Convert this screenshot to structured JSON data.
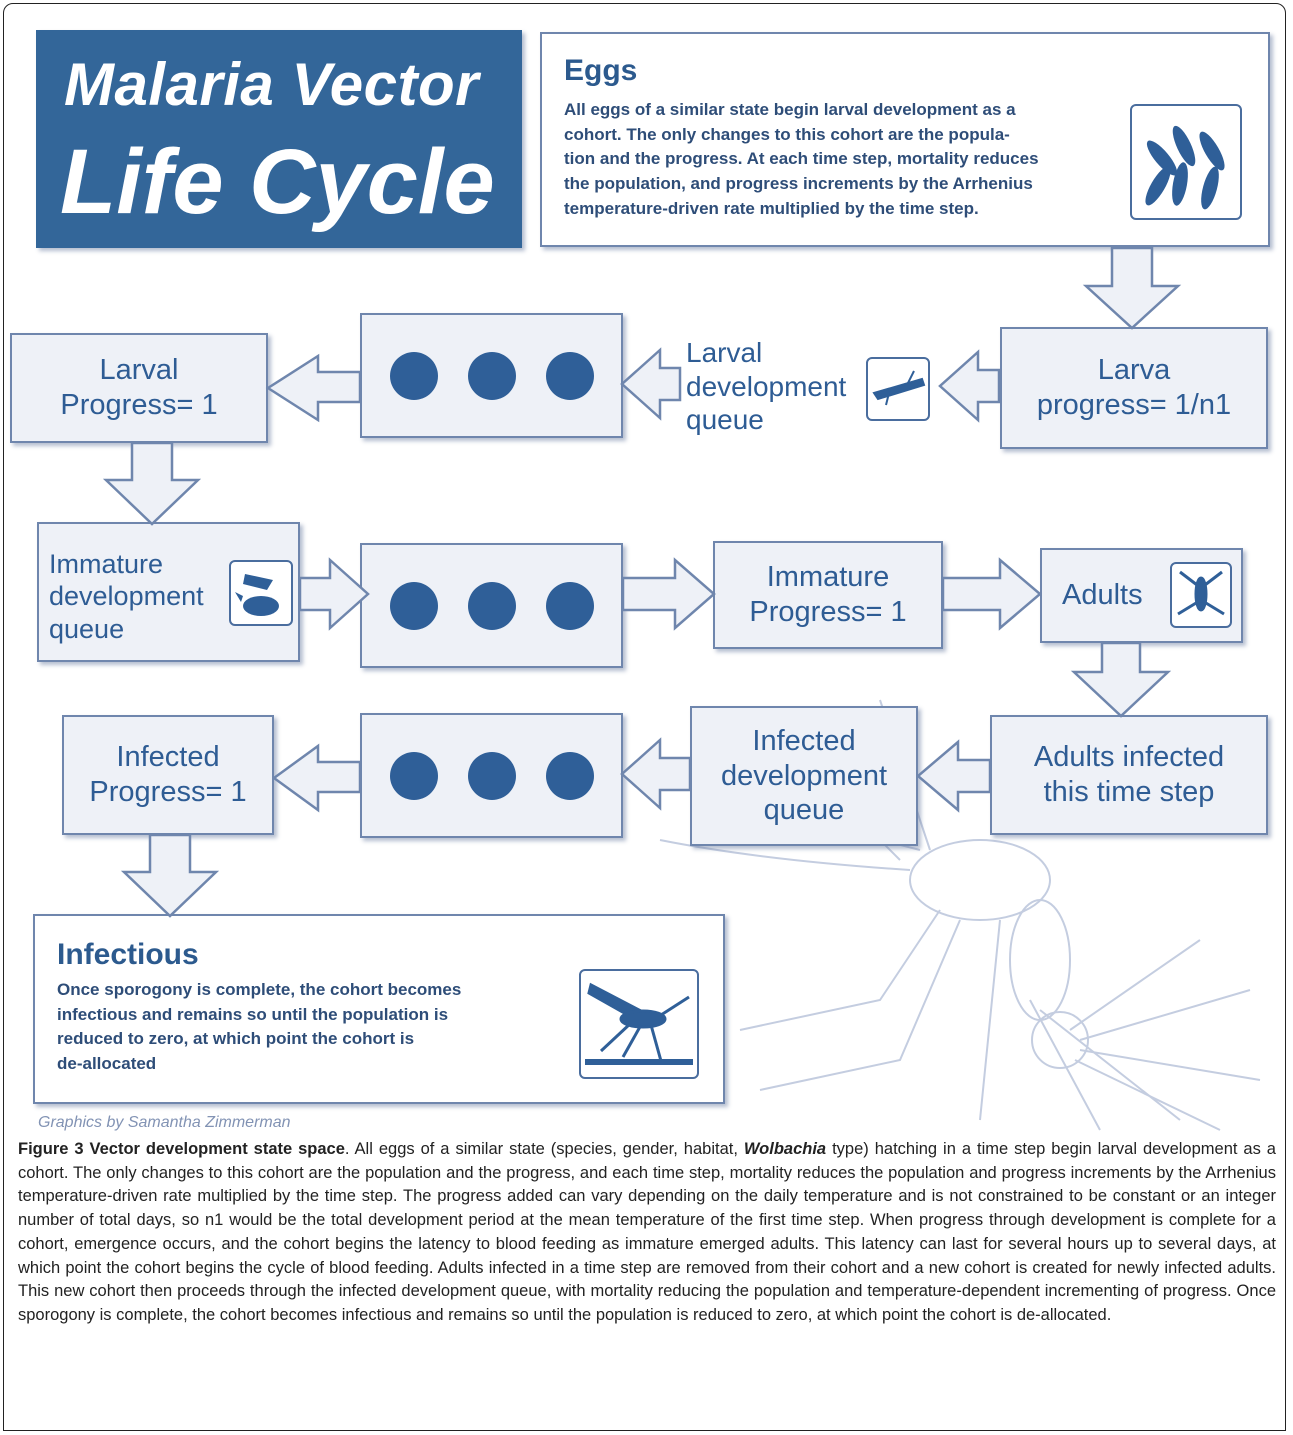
{
  "title": {
    "line1": "Malaria Vector",
    "line2": "Life Cycle"
  },
  "eggs": {
    "heading": "Eggs",
    "text": "All eggs of a similar state begin larval development as a\ncohort.  The only changes to this cohort are the popula-\ntion and the progress. At each time step, mortality reduces\nthe population, and progress increments by the Arrhenius\ntemperature-driven rate multiplied by the time step."
  },
  "nodes": {
    "larva": "Larva\nprogress= 1/n1",
    "larval_queue": "Larval\ndevelopment\nqueue",
    "larval_progress": "Larval\nProgress= 1",
    "immature_queue": "Immature\ndevelopment\nqueue",
    "immature_progress": "Immature\nProgress= 1",
    "adults": "Adults",
    "adults_infected": "Adults infected\nthis time step",
    "infected_queue": "Infected\ndevelopment\nqueue",
    "infected_progress": "Infected\nProgress= 1"
  },
  "infectious": {
    "heading": "Infectious",
    "text": "Once sporogony is complete, the cohort becomes\ninfectious and remains so until the population is\nreduced to zero, at which point the cohort is\nde-allocated"
  },
  "credit": "Graphics by Samantha Zimmerman",
  "caption": {
    "label": "Figure 3 Vector development state space",
    "p1": ". All eggs of a similar state (species, gender, habitat, ",
    "italic": "Wolbachia",
    "p2": " type) hatching in a time step begin larval development as a cohort. The only changes to this cohort are the population and the progress, and each time step, mortality reduces the population and progress increments by the Arrhenius temperature-driven rate multiplied by the time step. The progress added can vary depending on the daily temperature and is not constrained to be constant or an integer number of total days, so n1 would be the total development period at the mean temperature of the first time step. When progress through development is complete for a cohort, emergence occurs, and the cohort begins the latency to blood feeding as immature emerged adults. This latency can last for several hours up to several days, at which point the cohort begins the cycle of blood feeding. Adults infected in a time step are removed from their cohort and a new cohort is created for newly infected adults. This new cohort then proceeds through the infected development queue, with mortality reducing the population and temperature-dependent incrementing of progress. Once sporogony is complete, the cohort becomes infectious and remains so until the population is reduced to zero, at which point the cohort is de-allocated."
  },
  "colors": {
    "primary": "#336699",
    "box_fill": "#eef1f7",
    "box_border": "#6f86ad",
    "dot": "#2f5f98"
  }
}
